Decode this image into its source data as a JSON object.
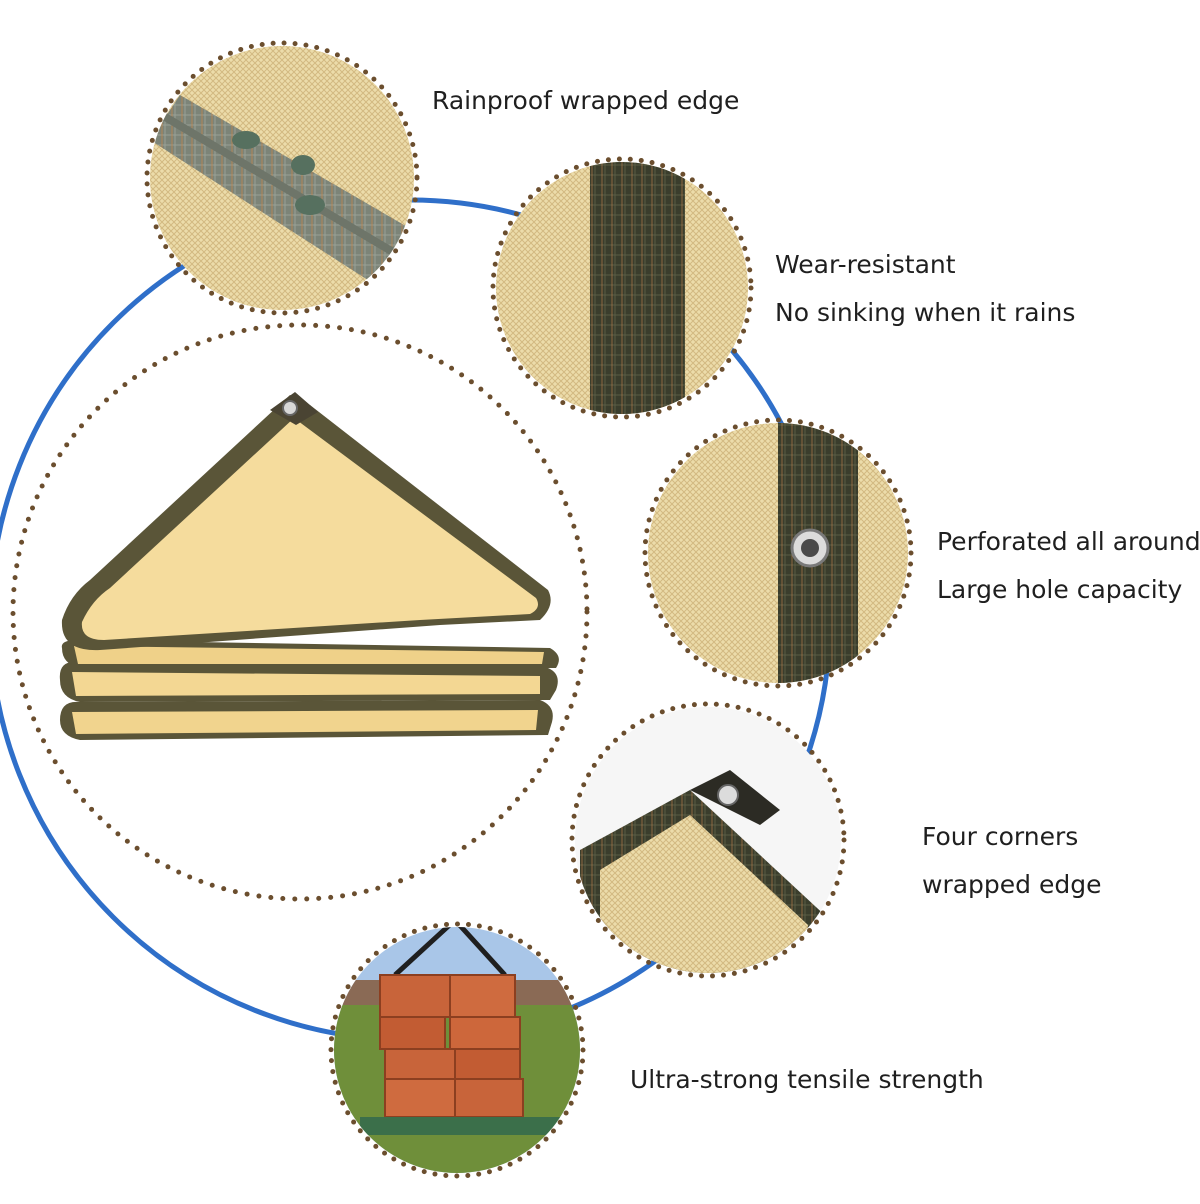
{
  "features": [
    {
      "id": "rainproof",
      "lines": [
        "Rainproof wrapped edge"
      ]
    },
    {
      "id": "wear",
      "lines": [
        "Wear-resistant",
        "No sinking when it rains"
      ]
    },
    {
      "id": "perforated",
      "lines": [
        "Perforated all around",
        "Large hole capacity"
      ]
    },
    {
      "id": "corners",
      "lines": [
        "Four corners",
        "wrapped edge"
      ]
    },
    {
      "id": "tensile",
      "lines": [
        "Ultra-strong tensile strength"
      ]
    }
  ],
  "colors": {
    "ring": "#2f6fc9",
    "dots": "#6b4e2e",
    "mesh": "#ead9a6",
    "mesh_dark": "#cbb27a",
    "binding": "#3b3e2c",
    "brick": "#c8643a",
    "grass": "#6f8f3a",
    "sky": "#a9c6e8"
  }
}
